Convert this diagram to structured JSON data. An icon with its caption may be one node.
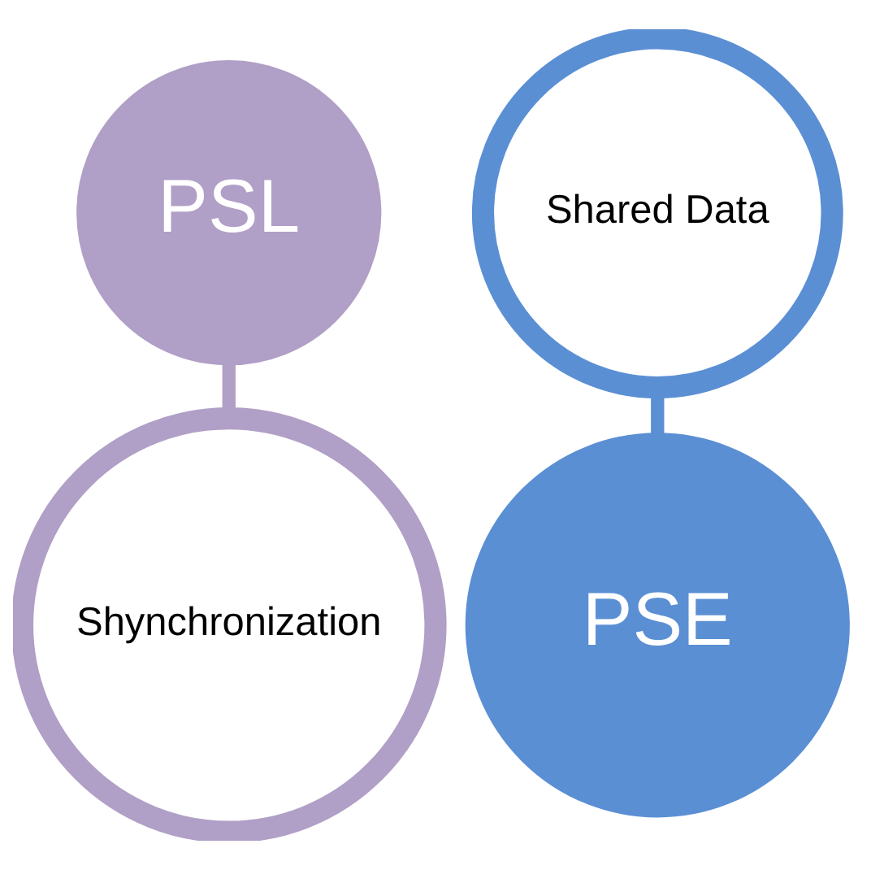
{
  "diagram": {
    "nodes": [
      {
        "text": [
          "PSL"
        ]
      },
      {
        "text": [
          "Shared Data"
        ]
      },
      {
        "text": [
          "PSE"
        ]
      },
      {
        "text": [
          "Shynchronization"
        ]
      }
    ],
    "edges": [
      {
        "from": 1,
        "to": 2,
        "arrow": "none",
        "color": "#5b8fd4"
      },
      {
        "from": 0,
        "to": 3,
        "arrow": "none",
        "color": "#b09fc6"
      }
    ]
  }
}
